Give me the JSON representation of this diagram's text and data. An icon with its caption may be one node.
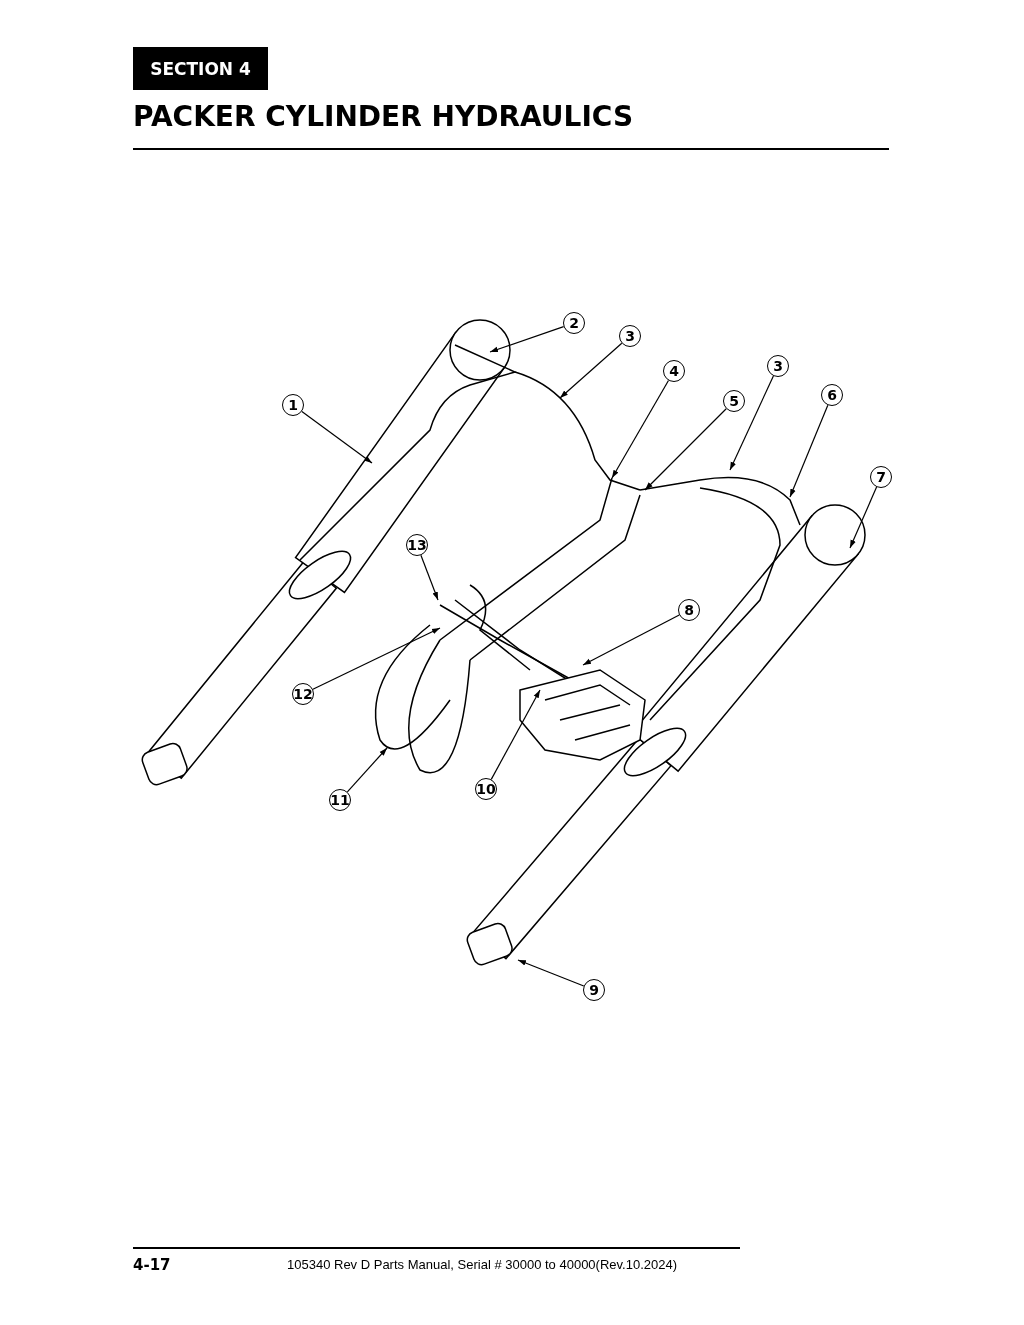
{
  "diagram": {
    "title": "PACKER CYLINDER HYDRAULICS",
    "nodes": [
      {
        "text": [
          "2"
        ]
      },
      {
        "text": [
          "3"
        ]
      },
      {
        "text": [
          "4"
        ]
      },
      {
        "text": [
          "3"
        ]
      },
      {
        "text": [
          "6"
        ]
      },
      {
        "text": [
          "5"
        ]
      },
      {
        "text": [
          "1"
        ]
      },
      {
        "text": [
          "7"
        ]
      },
      {
        "text": [
          "13"
        ]
      },
      {
        "text": [
          "8"
        ]
      },
      {
        "text": [
          "12"
        ]
      },
      {
        "text": [
          "10"
        ]
      },
      {
        "text": [
          "11"
        ]
      },
      {
        "text": [
          "9"
        ]
      }
    ],
    "edges": [
      {
        "from": 0,
        "to": null,
        "arrow": "to"
      },
      {
        "from": 1,
        "to": null,
        "arrow": "to"
      },
      {
        "from": 2,
        "to": null,
        "arrow": "to"
      },
      {
        "from": 3,
        "to": null,
        "arrow": "to"
      },
      {
        "from": 4,
        "to": null,
        "arrow": "to"
      },
      {
        "from": 5,
        "to": null,
        "arrow": "to"
      },
      {
        "from": 6,
        "to": null,
        "arrow": "to"
      },
      {
        "from": 7,
        "to": null,
        "arrow": "to"
      },
      {
        "from": 8,
        "to": null,
        "arrow": "to"
      },
      {
        "from": 9,
        "to": null,
        "arrow": "to"
      },
      {
        "from": 10,
        "to": null,
        "arrow": "to"
      },
      {
        "from": 11,
        "to": null,
        "arrow": "to"
      },
      {
        "from": 12,
        "to": null,
        "arrow": "to"
      },
      {
        "from": 13,
        "to": null,
        "arrow": "to"
      }
    ],
    "labels": [
      "SECTION 4",
      "4-17",
      "105340 Rev D Parts Manual, Serial # 30000 to 40000(Rev.10.2024)"
    ]
  }
}
